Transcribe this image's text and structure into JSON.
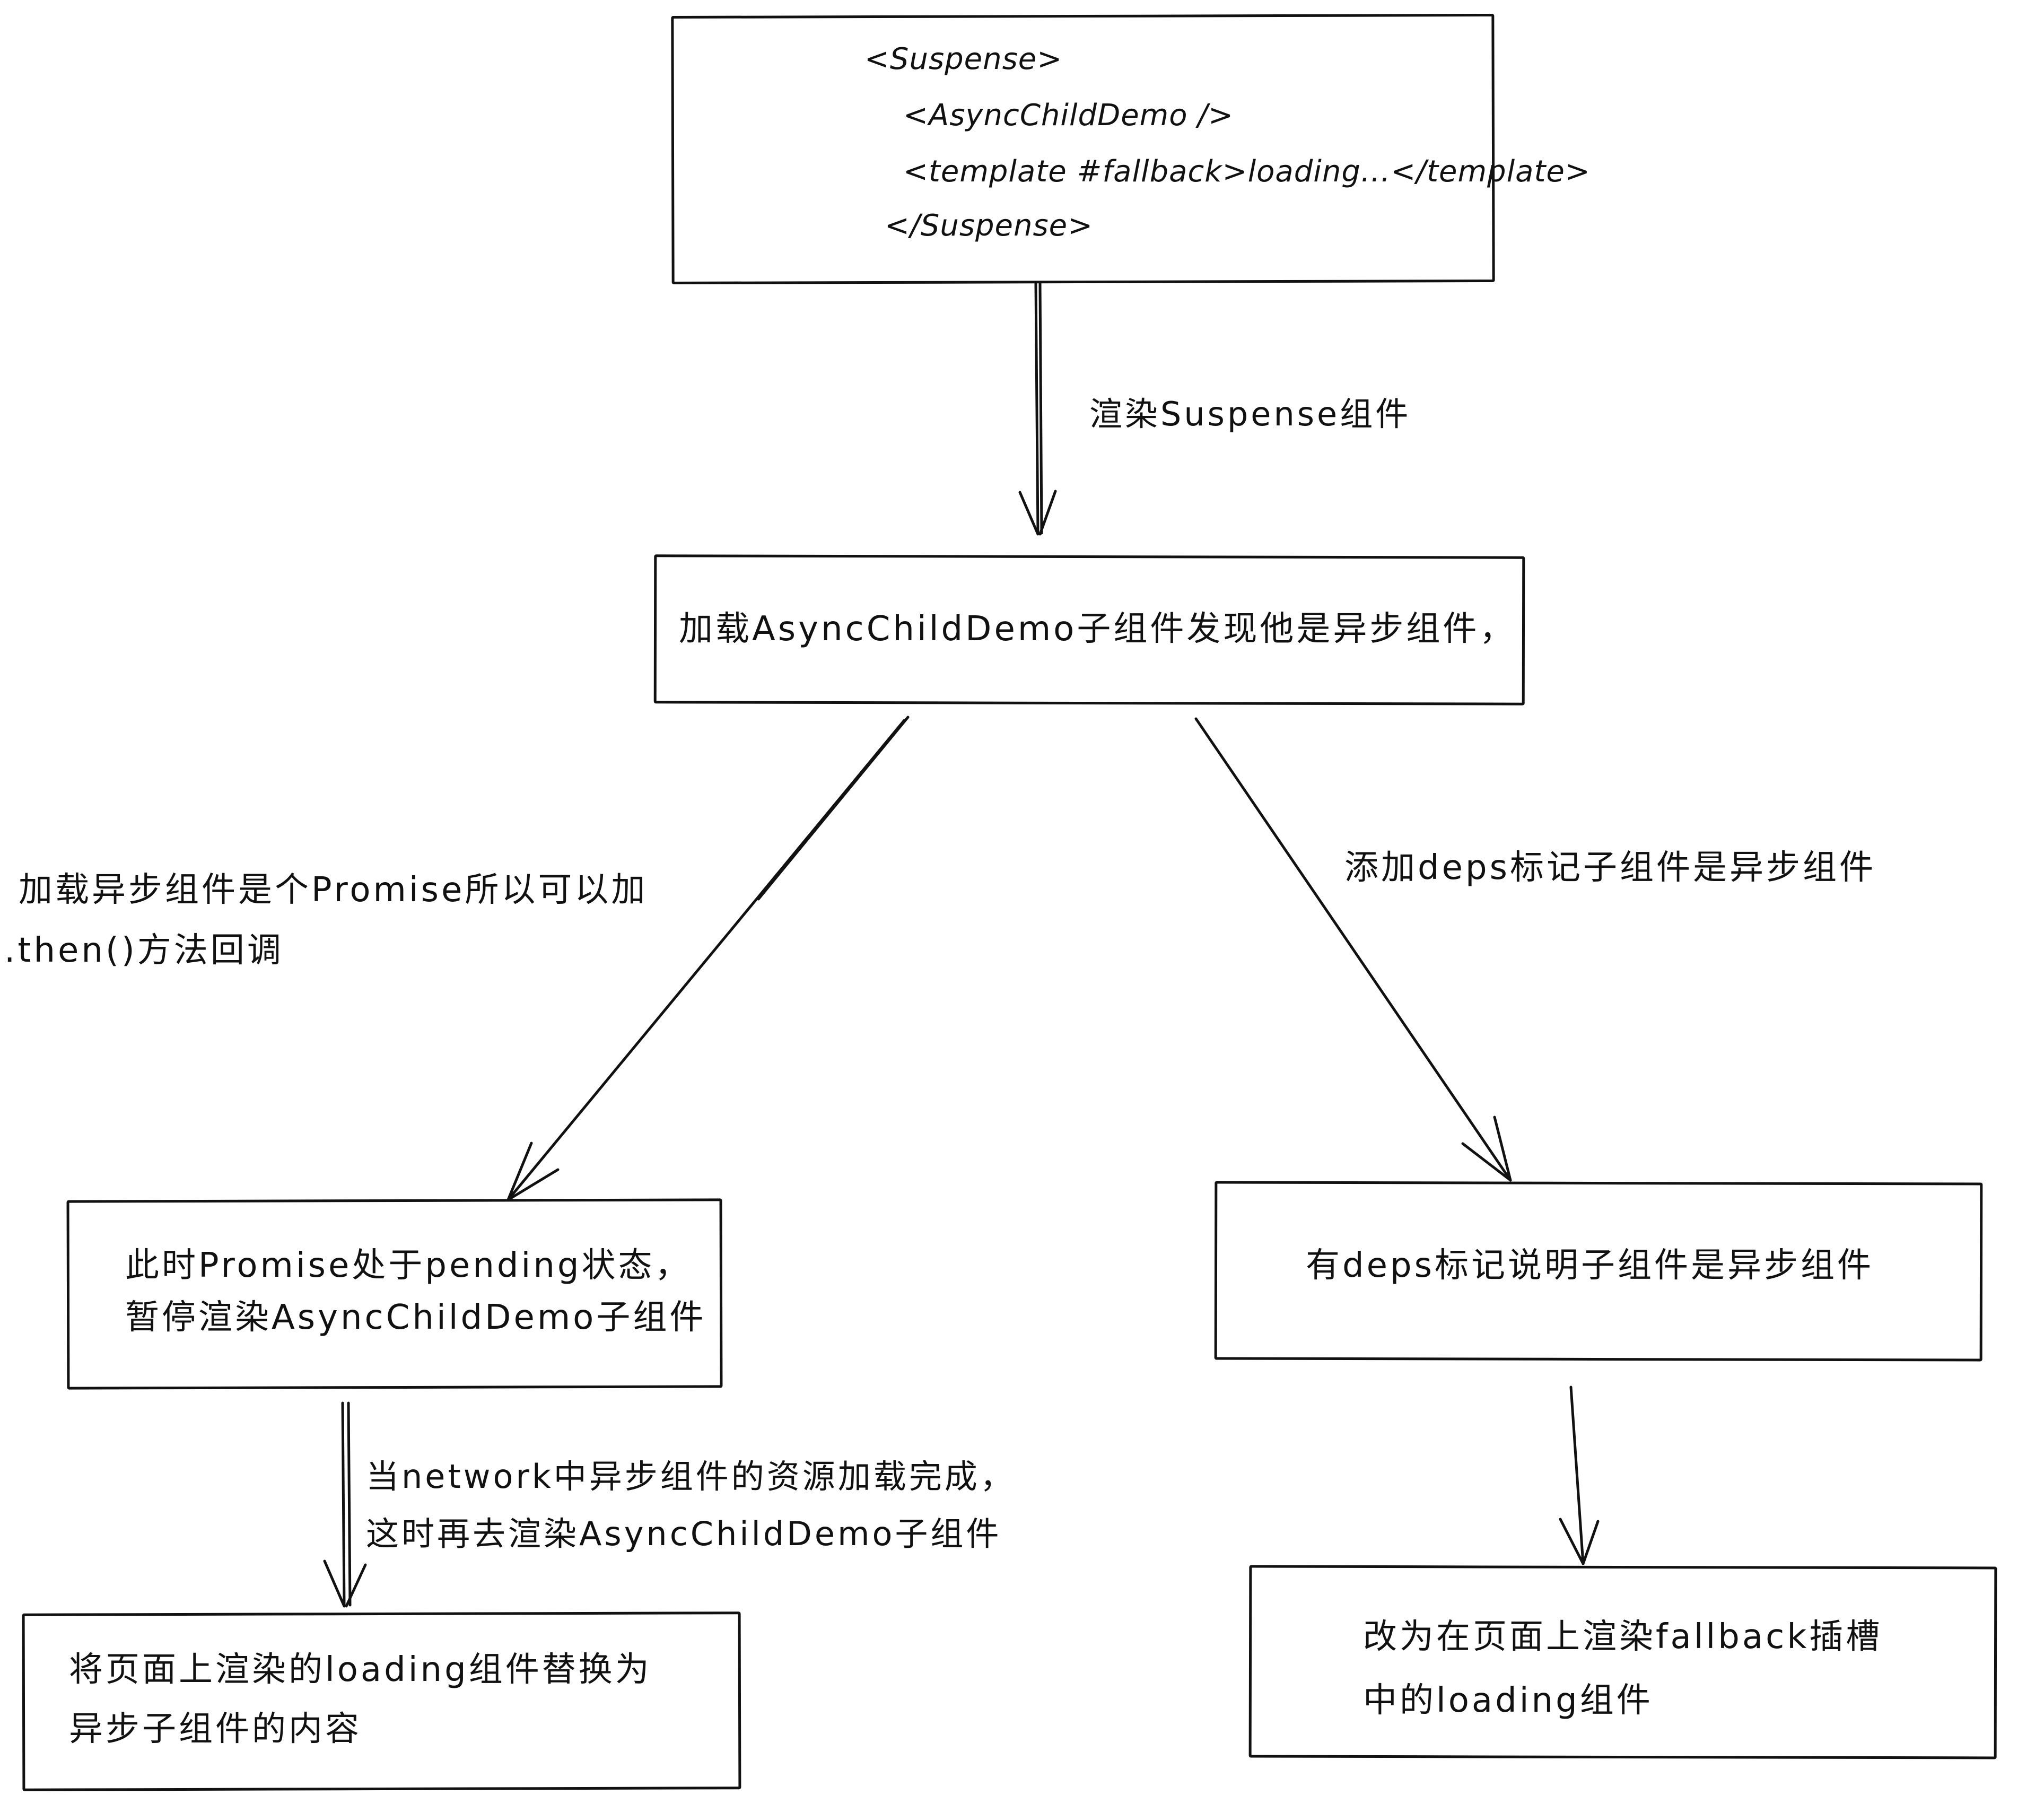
{
  "diagram": {
    "colors": {
      "ink": "#111111",
      "background": "#ffffff"
    },
    "code_box": {
      "line1": "<Suspense>",
      "line2": "<AsyncChildDemo />",
      "line3": "<template #fallback>loading...</template>",
      "line4": "</Suspense>"
    },
    "render_suspense_arrow_label": "渲染Suspense组件",
    "load_child_box_text": "加载AsyncChildDemo子组件发现他是异步组件，",
    "left_branch_label": {
      "line1": "加载异步组件是个Promise所以可以加",
      "line2": ".then()方法回调"
    },
    "right_branch_label": "添加deps标记子组件是异步组件",
    "pending_box": {
      "line1": "此时Promise处于pending状态，",
      "line2": "暂停渲染AsyncChildDemo子组件"
    },
    "deps_box_text": "有deps标记说明子组件是异步组件",
    "network_loaded_label": {
      "line1": "当network中异步组件的资源加载完成，",
      "line2": "这时再去渲染AsyncChildDemo子组件"
    },
    "replace_loading_box": {
      "line1": "将页面上渲染的loading组件替换为",
      "line2": "异步子组件的内容"
    },
    "fallback_box": {
      "line1": "改为在页面上渲染fallback插槽",
      "line2": "中的loading组件"
    }
  }
}
